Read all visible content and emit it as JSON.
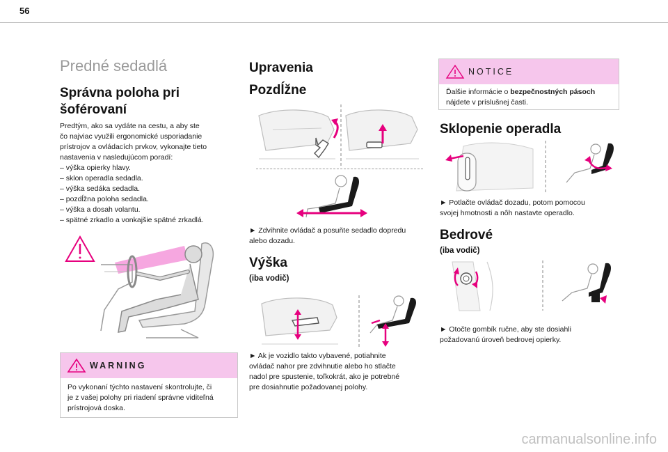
{
  "page_number": "56",
  "section_title": "Predné sedadlá",
  "left": {
    "heading_line1": "Správna poloha pri",
    "heading_line2": "šoférovaní",
    "intro_lines": [
      "Predtým, ako sa vydáte na cestu, a aby ste",
      "čo najviac využili ergonomické usporiadanie",
      "prístrojov a ovládacích prvkov, vykonajte tieto",
      "nastavenia v nasledujúcom poradí:",
      "– výška opierky hlavy.",
      "– sklon operadla sedadla.",
      "– výška sedáka sedadla.",
      "– pozdĺžna poloha sedadla.",
      "– výška a dosah volantu.",
      "– spätné zrkadlo a vonkajšie spätné zrkadlá."
    ],
    "warning_label": "WARNING",
    "warning_lines": [
      "Po vykonaní týchto nastavení skontrolujte, či",
      "je z vašej polohy pri riadení správne viditeľná",
      "prístrojová doska."
    ]
  },
  "middle": {
    "heading": "Upravenia",
    "sub1": "Pozdĺžne",
    "sub1_lines": [
      "► Zdvihnite ovládač a posuňte sedadlo dopredu",
      "alebo dozadu."
    ],
    "sub2": "Výška",
    "sub2_note": "(iba vodič)",
    "sub2_lines": [
      "► Ak je vozidlo takto vybavené, potiahnite",
      "ovládač nahor pre zdvihnutie alebo ho stlačte",
      "nadol pre spustenie, toľkokrát, ako je potrebné",
      "pre dosiahnutie požadovanej polohy."
    ]
  },
  "right": {
    "notice_label": "NOTICE",
    "notice_prefix": "Ďalšie informácie o ",
    "notice_bold": "bezpečnostných pásoch",
    "notice_line2": "nájdete v príslušnej časti.",
    "heading1": "Sklopenie operadla",
    "heading1_lines": [
      "► Potlačte ovládač dozadu, potom pomocou",
      "svojej hmotnosti a nôh nastavte operadlo."
    ],
    "heading2": "Bedrové",
    "heading2_note": "(iba vodič)",
    "heading2_lines": [
      "► Otočte gombík ručne, aby ste dosiahli",
      "požadovanú úroveň bedrovej opierky."
    ]
  },
  "watermark": "carmanualsonline.info",
  "colors": {
    "accent": "#e6007e",
    "box_header": "#f6c6ec",
    "rule": "#b8b8b8"
  }
}
